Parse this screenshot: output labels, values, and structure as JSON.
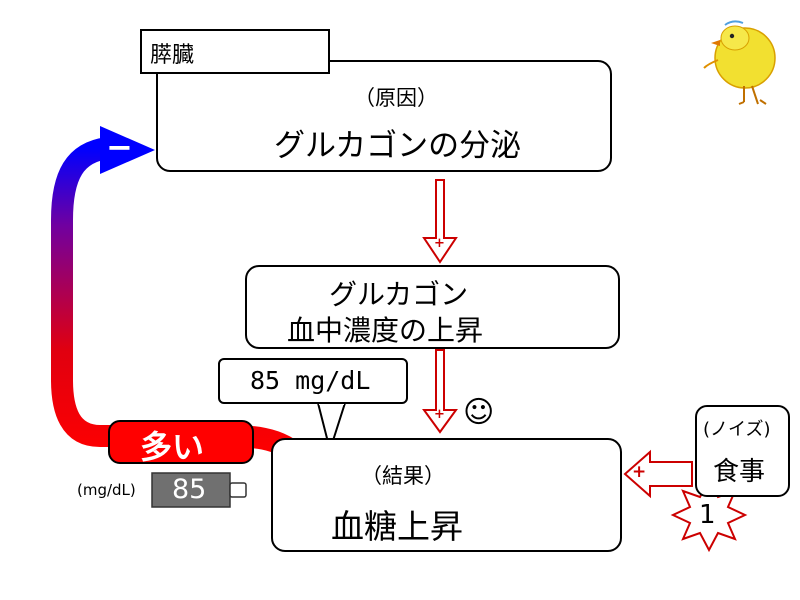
{
  "organ_label": "膵臓",
  "cause": {
    "paren": "（原因）",
    "main": "グルカゴンの分泌"
  },
  "middle": {
    "line1": "グルカゴン",
    "line2": "血中濃度の上昇"
  },
  "result": {
    "paren": "（結果）",
    "main": "血糖上昇"
  },
  "noise": {
    "paren": "(ノイズ)",
    "main": "食事",
    "count": "1"
  },
  "reading_bubble": "85 mg/dL",
  "meter": {
    "label": "多い",
    "unit": "(mg/dL)",
    "value": "85"
  },
  "signs": {
    "negative": "−",
    "positive": "+"
  },
  "smiley": "☺",
  "colors": {
    "down_arrow": "#2222cc",
    "plus_arrow": "#cc0000",
    "feedback_start": "#ff0000",
    "feedback_end": "#0000ff",
    "meter_bg": "#ff0000",
    "battery": "#707070"
  }
}
